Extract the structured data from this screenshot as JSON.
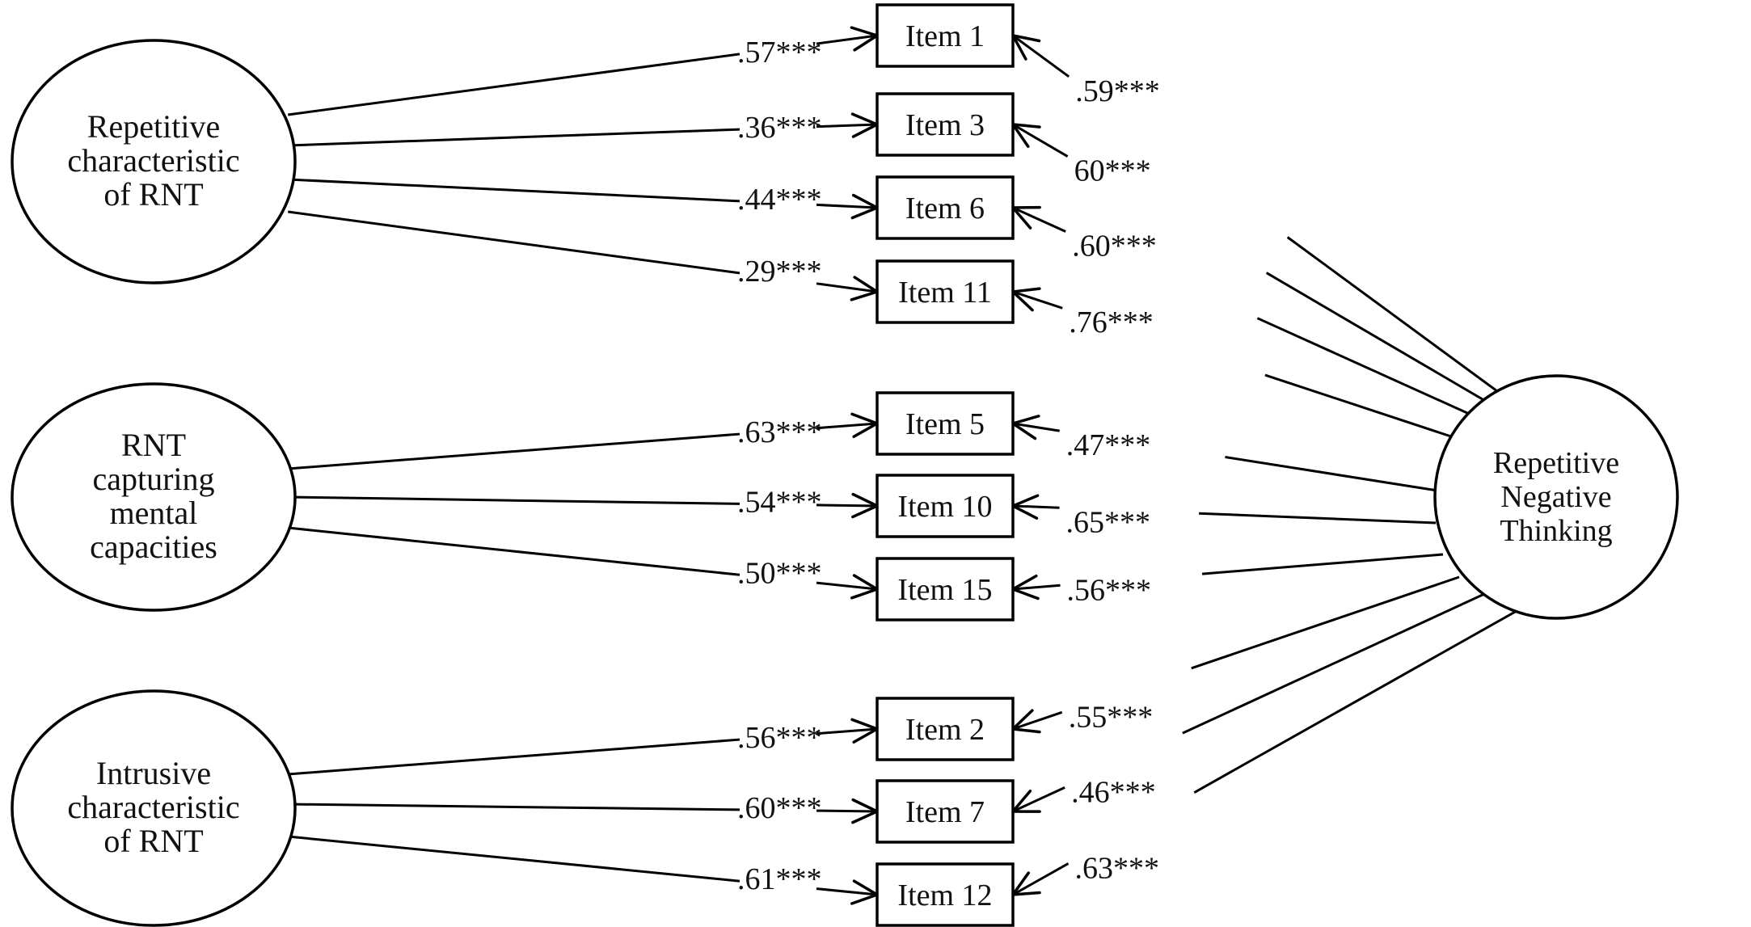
{
  "factors": [
    {
      "id": "f1",
      "lines": [
        "Repetitive",
        "characteristic",
        "of RNT"
      ]
    },
    {
      "id": "f2",
      "lines": [
        "RNT",
        "capturing",
        "mental",
        "capacities"
      ]
    },
    {
      "id": "f3",
      "lines": [
        "Intrusive",
        "characteristic",
        "of RNT"
      ]
    }
  ],
  "general_factor": {
    "lines": [
      "Repetitive",
      "Negative",
      "Thinking"
    ]
  },
  "items": [
    {
      "label": "Item 1",
      "factor": "f1",
      "loading": ".57***",
      "general_loading": ".59***"
    },
    {
      "label": "Item 3",
      "factor": "f1",
      "loading": ".36***",
      "general_loading": "60***"
    },
    {
      "label": "Item 6",
      "factor": "f1",
      "loading": ".44***",
      "general_loading": ".60***"
    },
    {
      "label": "Item 11",
      "factor": "f1",
      "loading": ".29***",
      "general_loading": ".76***"
    },
    {
      "label": "Item 5",
      "factor": "f2",
      "loading": ".63***",
      "general_loading": ".47***"
    },
    {
      "label": "Item 10",
      "factor": "f2",
      "loading": ".54***",
      "general_loading": ".65***"
    },
    {
      "label": "Item 15",
      "factor": "f2",
      "loading": ".50***",
      "general_loading": ".56***"
    },
    {
      "label": "Item 2",
      "factor": "f3",
      "loading": ".56***",
      "general_loading": ".55***"
    },
    {
      "label": "Item 7",
      "factor": "f3",
      "loading": ".60***",
      "general_loading": ".46***"
    },
    {
      "label": "Item 12",
      "factor": "f3",
      "loading": ".61***",
      "general_loading": ".63***"
    }
  ]
}
